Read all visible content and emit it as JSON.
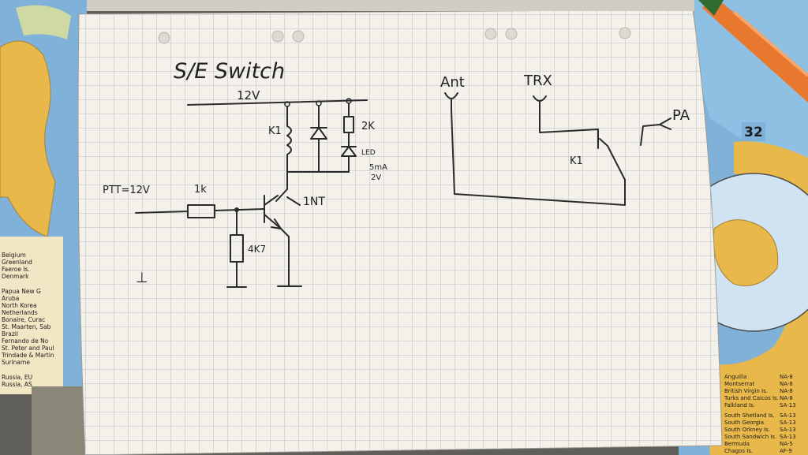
{
  "sketch": {
    "title": "S/E Switch",
    "rail_label": "12V",
    "relay_label": "K1",
    "resistor_2k": "2K",
    "led_label": "LED",
    "led_spec_current": "5mA",
    "led_spec_voltage": "2V",
    "ptt_label": "PTT=12V",
    "resistor_1k": "1k",
    "transistor_label": "1NT",
    "resistor_4k7": "4K7",
    "ground_symbol": "⊥",
    "ant_label": "Ant",
    "trx_label": "TRX",
    "pa_label": "PA",
    "switch_label": "K1"
  },
  "map_left": {
    "entries": [
      "Belgium",
      "Greenland",
      "Faeroe Is.",
      "Denmark",
      "Papua New G",
      "Aruba",
      "North Korea",
      "Netherlands",
      "Bonaire, Curac",
      "St. Maarten, Sab",
      "Brazil",
      "Fernando de No",
      "St. Peter and Paul",
      "Trindade & Martin",
      "Suriname",
      "Russia, EU",
      "Russia, AS"
    ]
  },
  "map_right": {
    "zone_number": "32",
    "entries": [
      {
        "name": "Anguilla",
        "code": "NA-8"
      },
      {
        "name": "Montserrat",
        "code": "NA-8"
      },
      {
        "name": "British Virgin Is.",
        "code": "NA-8"
      },
      {
        "name": "Turks and Caicos Is.",
        "code": "NA-8"
      },
      {
        "name": "Falkland Is.",
        "code": "SA-13"
      },
      {
        "name": "South Shetland Is.",
        "code": "SA-13"
      },
      {
        "name": "South Georgia",
        "code": "SA-13"
      },
      {
        "name": "South Orkney Is.",
        "code": "SA-13"
      },
      {
        "name": "South Sandwich Is.",
        "code": "SA-13"
      },
      {
        "name": "Bermuda",
        "code": "NA-5"
      },
      {
        "name": "Chagos Is.",
        "code": "AF-9"
      }
    ]
  },
  "colors": {
    "paper": "#f3f1ea",
    "grid": "#b9bec6",
    "ink": "#2a2a2a",
    "ocean": "#7fb1d9",
    "land": "#e9b84a",
    "marker": "#e9782f"
  }
}
